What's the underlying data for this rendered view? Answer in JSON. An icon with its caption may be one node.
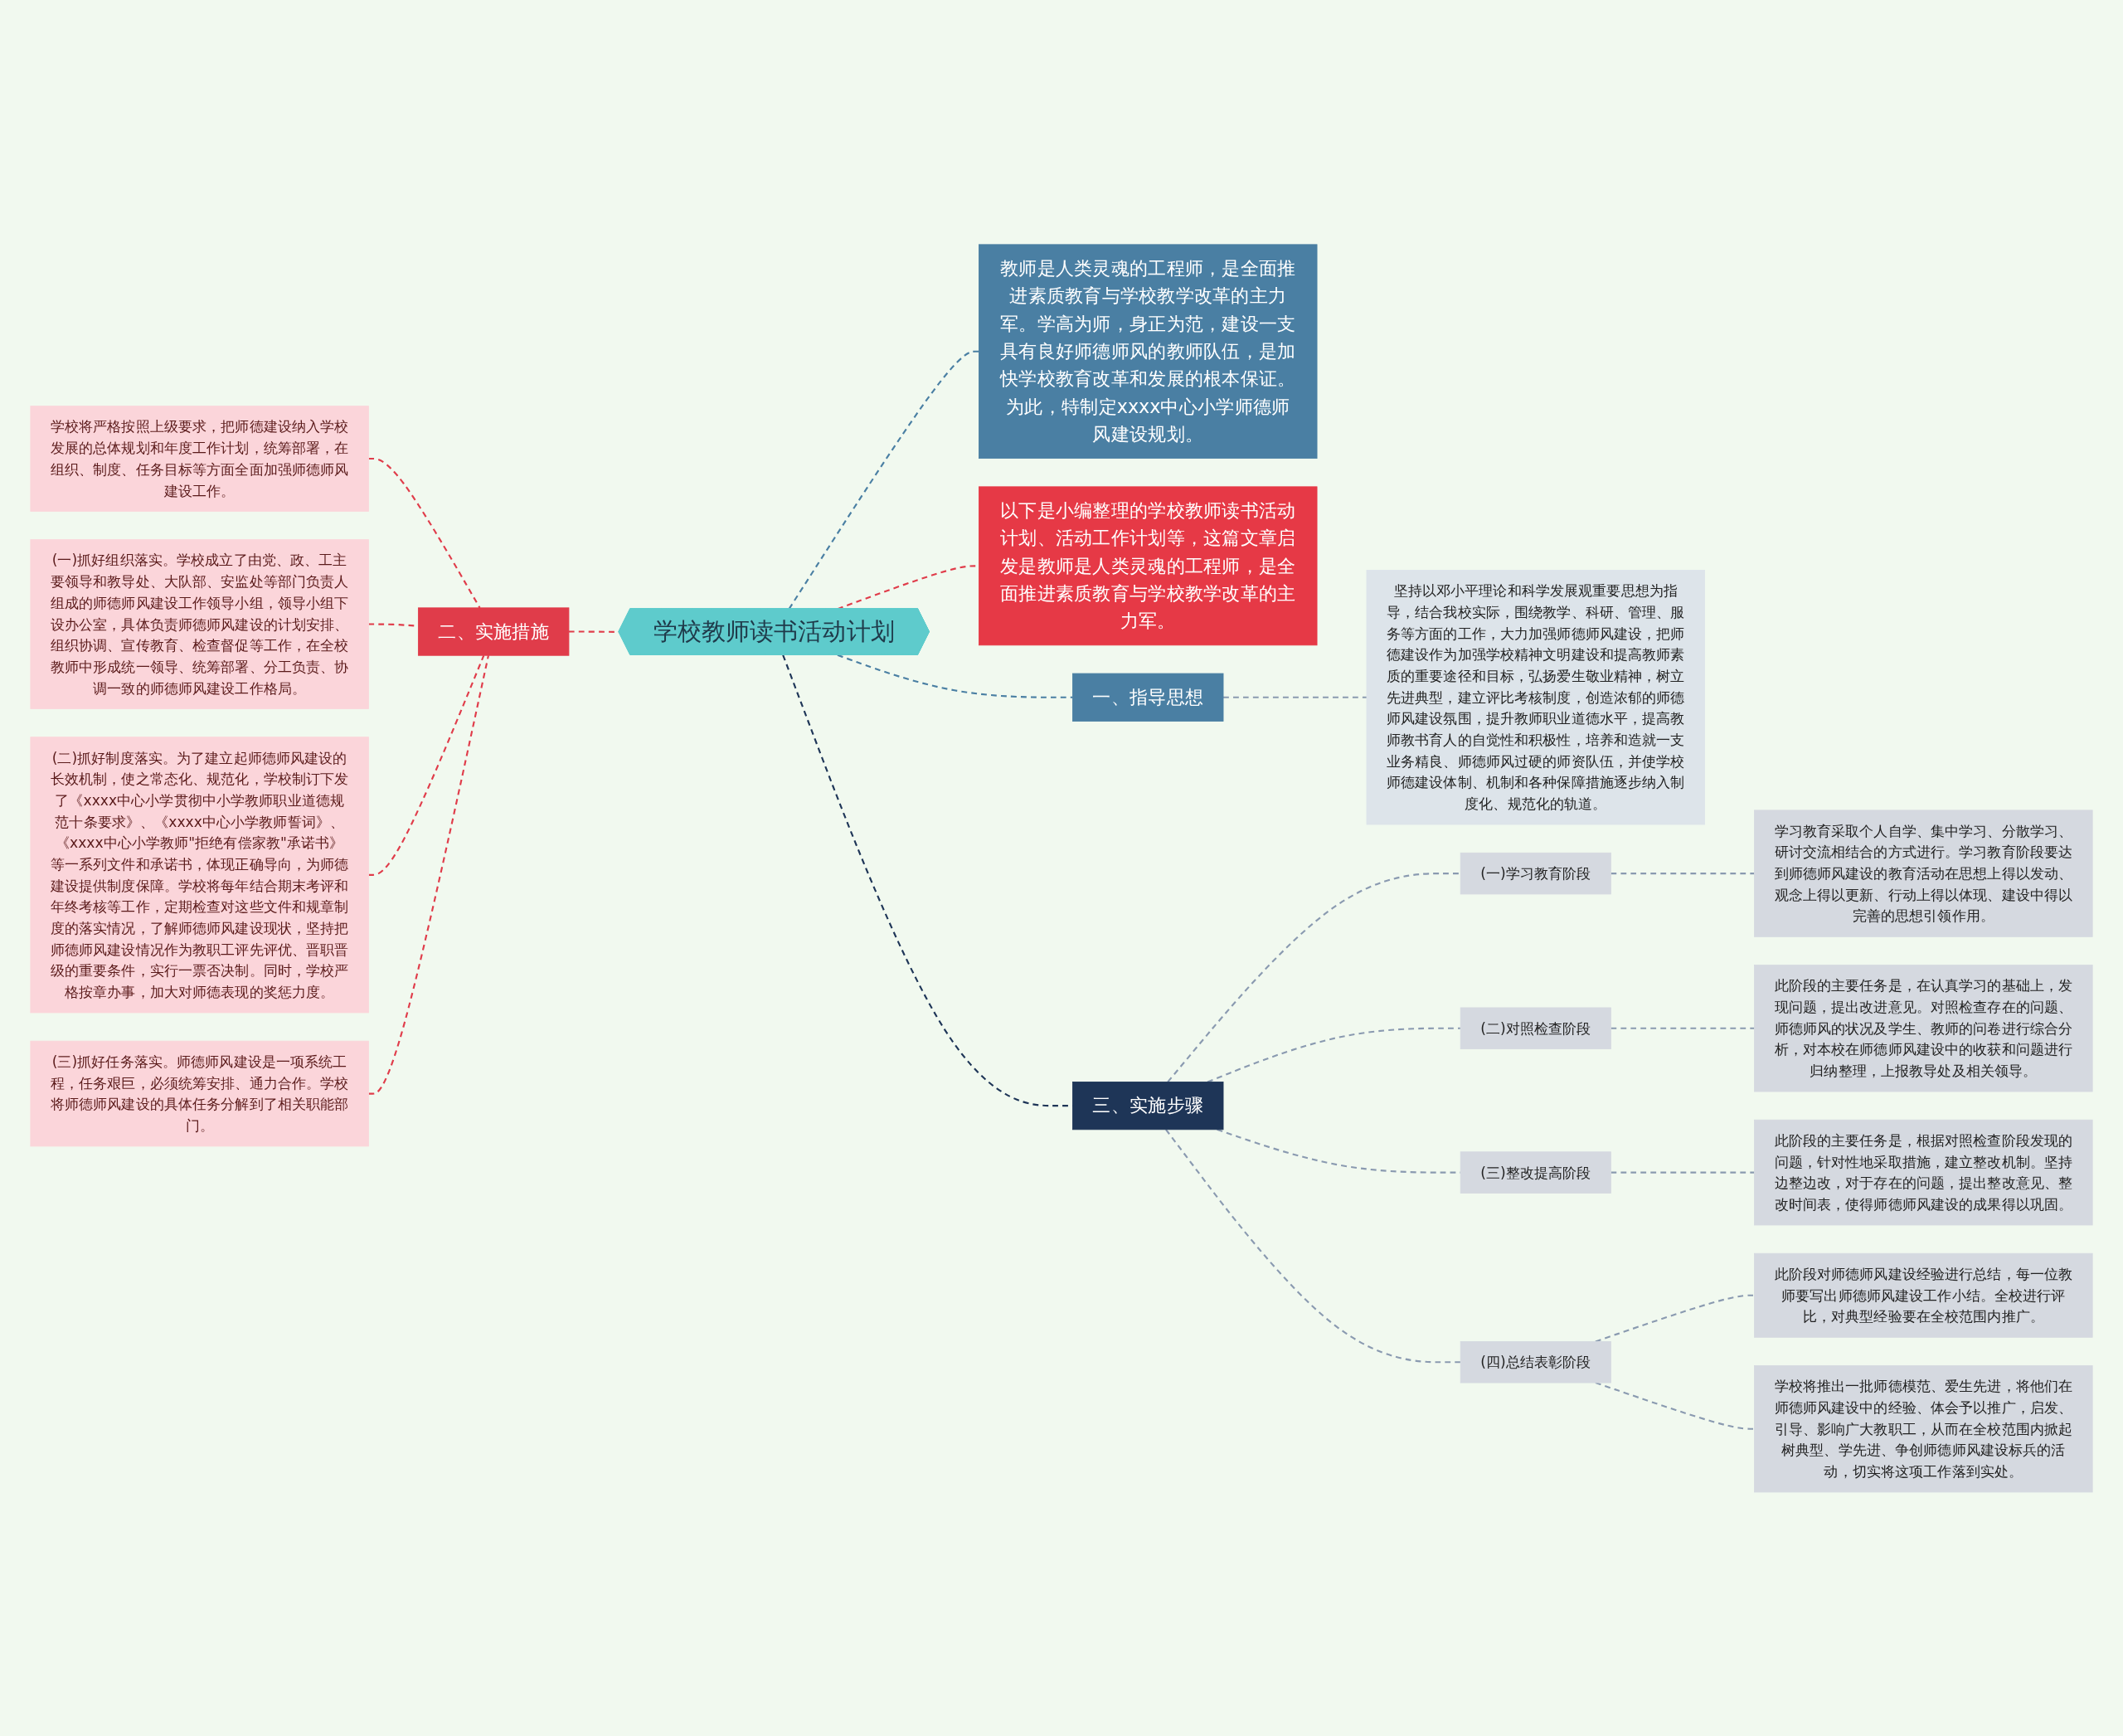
{
  "diagram": {
    "nodes": [
      {
        "text": [
          "学校教师读书活动计划"
        ]
      },
      {
        "text": [
          "教师是人类灵魂的工程师，是全面推进素质教育与学校教学改革的主力军。学高为师，身正为范，建设一支具有良好师德师风的教师队伍，是加快学校教育改革和发展的根本保证。为此，特制定xxxx中心小学师德师风建设规划。"
        ]
      },
      {
        "text": [
          "二、实施措施"
        ]
      },
      {
        "text": [
          "学校将严格按照上级要求，把师德建设纳入学校发展的总体规划和年度工作计划，统筹部署，在组织、制度、任务目标等方面全面加强师德师风建设工作。"
        ]
      },
      {
        "text": [
          "(一)抓好组织落实。学校成立了由党、政、工主要领导和教导处、大队部、安监处等部门负责人组成的师德师风建设工作领导小组，领导小组下设办公室，具体负责师德师风建设的计划安排、组织协调、宣传教育、检查督促等工作，在全校教师中形成统一领导、统筹部署、分工负责、协调一致的师德师风建设工作格局。"
        ]
      },
      {
        "text": [
          "(二)抓好制度落实。为了建立起师德师风建设的长效机制，使之常态化、规范化，学校制订下发了《xxxx中心小学贯彻中小学教师职业道德规范十条要求》、《xxxx中心小学教师誓词》、《xxxx中心小学教师\"拒绝有偿家教\"承诺书》等一系列文件和承诺书，体现正确导向，为师德建设提供制度保障。学校将每年结合期末考评和年终考核等工作，定期检查对这些文件和规章制度的落实情况，了解师德师风建设现状，坚持把师德师风建设情况作为教职工评先评优、晋职晋级的重要条件，实行一票否决制。同时，学校严格按章办事，加大对师德表现的奖惩力度。"
        ]
      },
      {
        "text": [
          "(三)抓好任务落实。师德师风建设是一项系统工程，任务艰巨，必须统筹安排、通力合作。学校将师德师风建设的具体任务分解到了相关职能部门。"
        ]
      },
      {
        "text": [
          "以下是小编整理的学校教师读书活动计划、活动工作计划等，这篇文章启发是教师是人类灵魂的工程师，是全面推进素质教育与学校教学改革的主力军。"
        ]
      },
      {
        "text": [
          "一、指导思想"
        ]
      },
      {
        "text": [
          "坚持以邓小平理论和科学发展观重要思想为指导，结合我校实际，围绕教学、科研、管理、服务等方面的工作，大力加强师德师风建设，把师德建设作为加强学校精神文明建设和提高教师素质的重要途径和目标，弘扬爱生敬业精神，树立先进典型，建立评比考核制度，创造浓郁的师德师风建设氛围，提升教师职业道德水平，提高教师教书育人的自觉性和积极性，培养和造就一支业务精良、师德师风过硬的师资队伍，并使学校师德建设体制、机制和各种保障措施逐步纳入制度化、规范化的轨道。"
        ]
      },
      {
        "text": [
          "三、实施步骤"
        ]
      },
      {
        "text": [
          "(一)学习教育阶段"
        ]
      },
      {
        "text": [
          "学习教育采取个人自学、集中学习、分散学习、研讨交流相结合的方式进行。学习教育阶段要达到师德师风建设的教育活动在思想上得以发动、观念上得以更新、行动上得以体现、建设中得以完善的思想引领作用。"
        ]
      },
      {
        "text": [
          "(二)对照检查阶段"
        ]
      },
      {
        "text": [
          "此阶段的主要任务是，在认真学习的基础上，发现问题，提出改进意见。对照检查存在的问题、师德师风的状况及学生、教师的问卷进行综合分析，对本校在师德师风建设中的收获和问题进行归纳整理，上报教导处及相关领导。"
        ]
      },
      {
        "text": [
          "(三)整改提高阶段"
        ]
      },
      {
        "text": [
          "此阶段的主要任务是，根据对照检查阶段发现的问题，针对性地采取措施，建立整改机制。坚持边整边改，对于存在的问题，提出整改意见、整改时间表，使得师德师风建设的成果得以巩固。"
        ]
      },
      {
        "text": [
          "(四)总结表彰阶段"
        ]
      },
      {
        "text": [
          "此阶段对师德师风建设经验进行总结，每一位教师要写出师德师风建设工作小结。全校进行评比，对典型经验要在全校范围内推广。"
        ]
      },
      {
        "text": [
          "学校将推出一批师德模范、爱生先进，将他们在师德师风建设中的经验、体会予以推广，启发、引导、影响广大教职工，从而在全校范围内掀起树典型、学先进、争创师德师风建设标兵的活动，切实将这项工作落到实处。"
        ]
      }
    ],
    "edges": [
      {
        "from": 0,
        "to": 1,
        "arrow": "none",
        "style": "dashed",
        "color": "#4a7fa3"
      },
      {
        "from": 2,
        "to": 0,
        "arrow": "none",
        "style": "dashed",
        "color": "#e03c4a"
      },
      {
        "from": 3,
        "to": 2,
        "arrow": "none",
        "style": "dashed",
        "color": "#e03c4a"
      },
      {
        "from": 4,
        "to": 2,
        "arrow": "none",
        "style": "dashed",
        "color": "#e03c4a"
      },
      {
        "from": 5,
        "to": 2,
        "arrow": "none",
        "style": "dashed",
        "color": "#e03c4a"
      },
      {
        "from": 6,
        "to": 2,
        "arrow": "none",
        "style": "dashed",
        "color": "#e03c4a"
      },
      {
        "from": 0,
        "to": 7,
        "arrow": "none",
        "style": "dashed",
        "color": "#e03c4a"
      },
      {
        "from": 0,
        "to": 8,
        "arrow": "none",
        "style": "dashed",
        "color": "#4a7fa3"
      },
      {
        "from": 8,
        "to": 9,
        "arrow": "none",
        "style": "dashed"
      },
      {
        "from": 0,
        "to": 10,
        "arrow": "none",
        "style": "dashed",
        "color": "#1e3557"
      },
      {
        "from": 10,
        "to": 11,
        "arrow": "none",
        "style": "dashed"
      },
      {
        "from": 11,
        "to": 12,
        "arrow": "none",
        "style": "dashed"
      },
      {
        "from": 10,
        "to": 13,
        "arrow": "none",
        "style": "dashed"
      },
      {
        "from": 13,
        "to": 14,
        "arrow": "none",
        "style": "dashed"
      },
      {
        "from": 10,
        "to": 15,
        "arrow": "none",
        "style": "dashed"
      },
      {
        "from": 15,
        "to": 16,
        "arrow": "none",
        "style": "dashed"
      },
      {
        "from": 10,
        "to": 17,
        "arrow": "none",
        "style": "dashed"
      },
      {
        "from": 17,
        "to": 18,
        "arrow": "none",
        "style": "dashed"
      },
      {
        "from": 17,
        "to": 19,
        "arrow": "none",
        "style": "dashed"
      }
    ]
  }
}
